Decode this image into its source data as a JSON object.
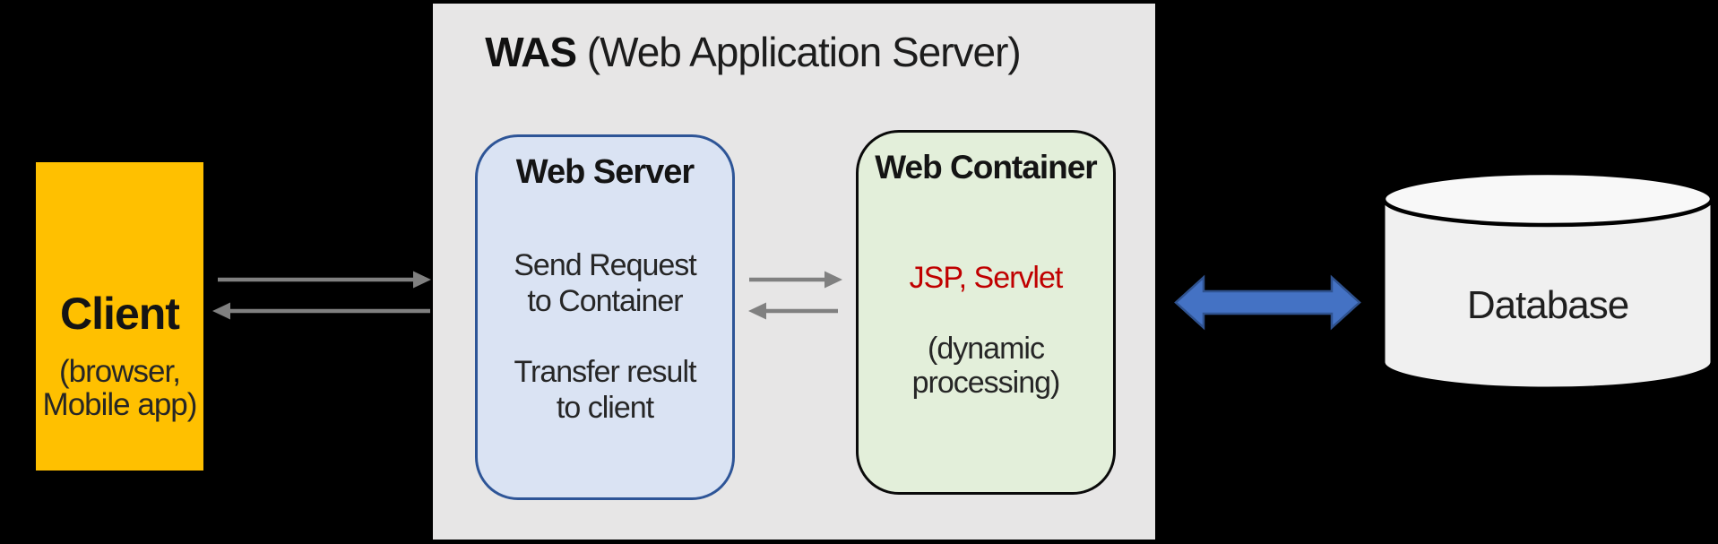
{
  "was": {
    "title_bold": "WAS",
    "title_rest": " (Web Application Server)"
  },
  "client": {
    "title": "Client",
    "sub_line1": "(browser,",
    "sub_line2": "Mobile app)"
  },
  "web_server": {
    "title": "Web Server",
    "note1_line1": "Send Request",
    "note1_line2": "to Container",
    "note2_line1": "Transfer result",
    "note2_line2": "to client"
  },
  "web_container": {
    "title": "Web Container",
    "tech": "JSP, Servlet",
    "note_line1": "(dynamic",
    "note_line2": "processing)"
  },
  "database": {
    "label": "Database"
  },
  "colors": {
    "background": "#000000",
    "was_fill": "#E7E6E6",
    "client_fill": "#FFC000",
    "web_server_fill": "#DAE3F3",
    "web_server_border": "#2E5597",
    "web_container_fill": "#E3EFDA",
    "tech_text": "#C00000",
    "arrow_gray": "#808080",
    "arrow_blue_fill": "#4472C4",
    "arrow_blue_border": "#2F528F",
    "database_fill": "#F0F0F0"
  }
}
